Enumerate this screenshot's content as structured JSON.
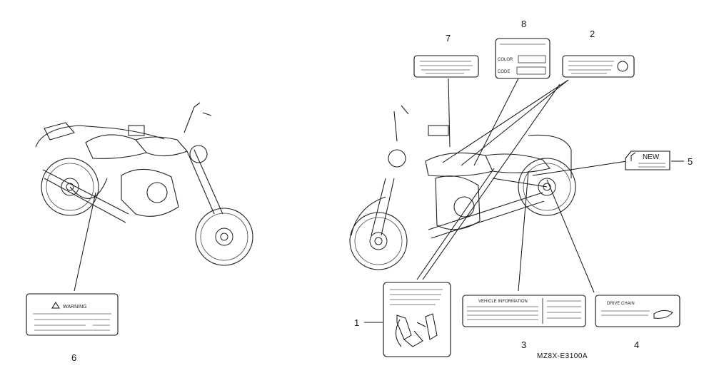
{
  "callouts": [
    "1",
    "2",
    "3",
    "4",
    "5",
    "6",
    "7",
    "8"
  ],
  "labels": {
    "warning_title": "WARNING",
    "new_tag": "NEW",
    "color_label": "COLOR",
    "code_label": "CODE",
    "drive_chain": "DRIVE CHAIN",
    "vehicle_info": "VEHICLE INFORMATION"
  },
  "diagram_code": "MZ8X-E3100A"
}
